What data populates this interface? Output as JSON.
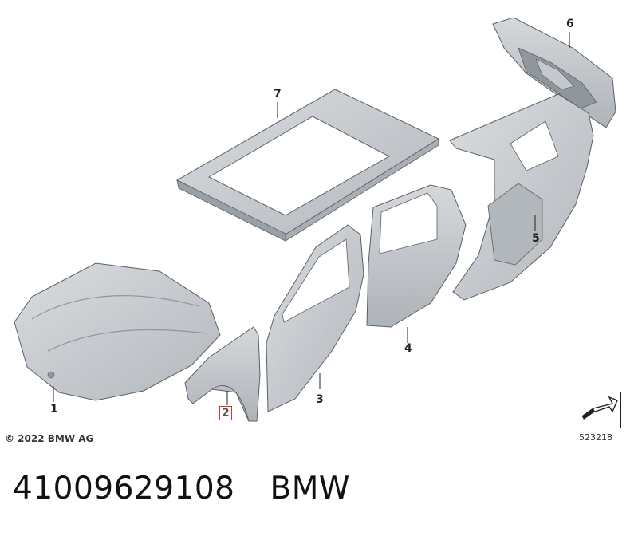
{
  "diagram": {
    "callouts": [
      {
        "id": "1",
        "label": "1"
      },
      {
        "id": "2",
        "label": "2"
      },
      {
        "id": "3",
        "label": "3"
      },
      {
        "id": "4",
        "label": "4"
      },
      {
        "id": "5",
        "label": "5"
      },
      {
        "id": "6",
        "label": "6"
      },
      {
        "id": "7",
        "label": "7"
      }
    ],
    "highlighted_callout": "2",
    "copyright": "© 2022 BMW AG",
    "reference_number": "523218"
  },
  "footer": {
    "part_number": "41009629108",
    "brand": "BMW"
  },
  "colors": {
    "panel_fill": "#c9cdd1",
    "panel_dark": "#a9afb5",
    "outline": "#5c6066",
    "highlight": "#e0302a"
  }
}
